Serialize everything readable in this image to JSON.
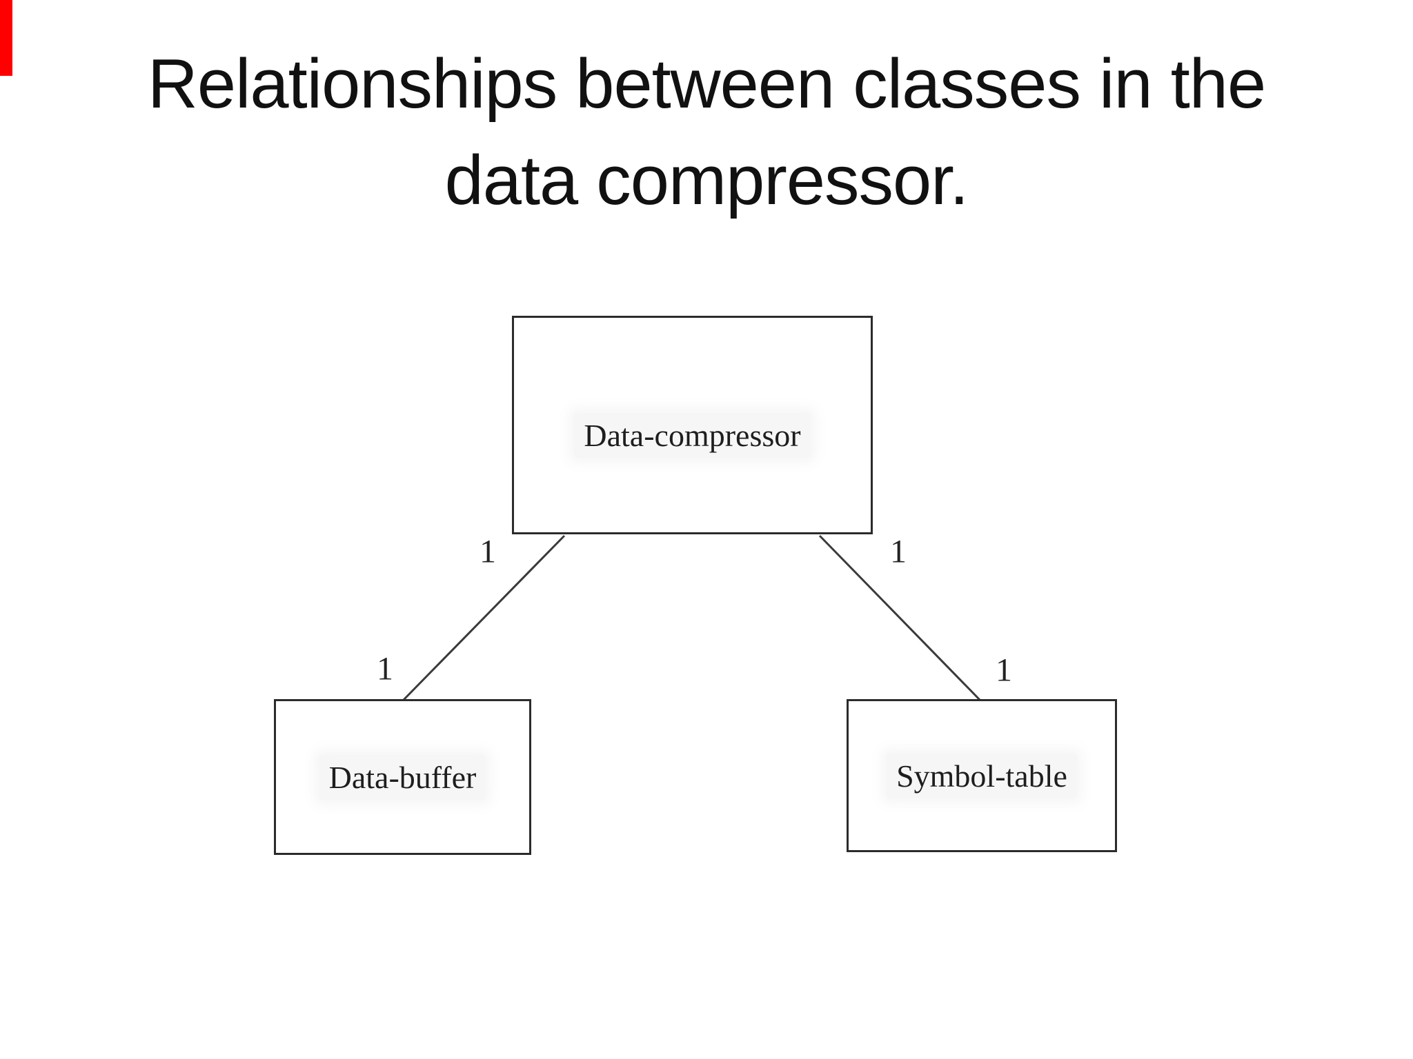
{
  "slide": {
    "title": {
      "line1": "Relationships between classes in the",
      "line2": "data compressor."
    },
    "accent_bar": {
      "color": "#fe0000"
    },
    "colors": {
      "background": "#ffffff",
      "title_text": "#111111",
      "box_border": "#2b2b2b",
      "connector_line": "#3a3a3a",
      "label_text": "#1e1e1e"
    }
  },
  "diagram": {
    "type": "uml-class-relationship",
    "classes": [
      {
        "name": "Data-compressor"
      },
      {
        "name": "Data-buffer"
      },
      {
        "name": "Symbol-table"
      }
    ],
    "associations": [
      {
        "from": "Data-compressor",
        "to": "Data-buffer",
        "multiplicity_from": "1",
        "multiplicity_to": "1"
      },
      {
        "from": "Data-compressor",
        "to": "Symbol-table",
        "multiplicity_from": "1",
        "multiplicity_to": "1"
      }
    ]
  }
}
